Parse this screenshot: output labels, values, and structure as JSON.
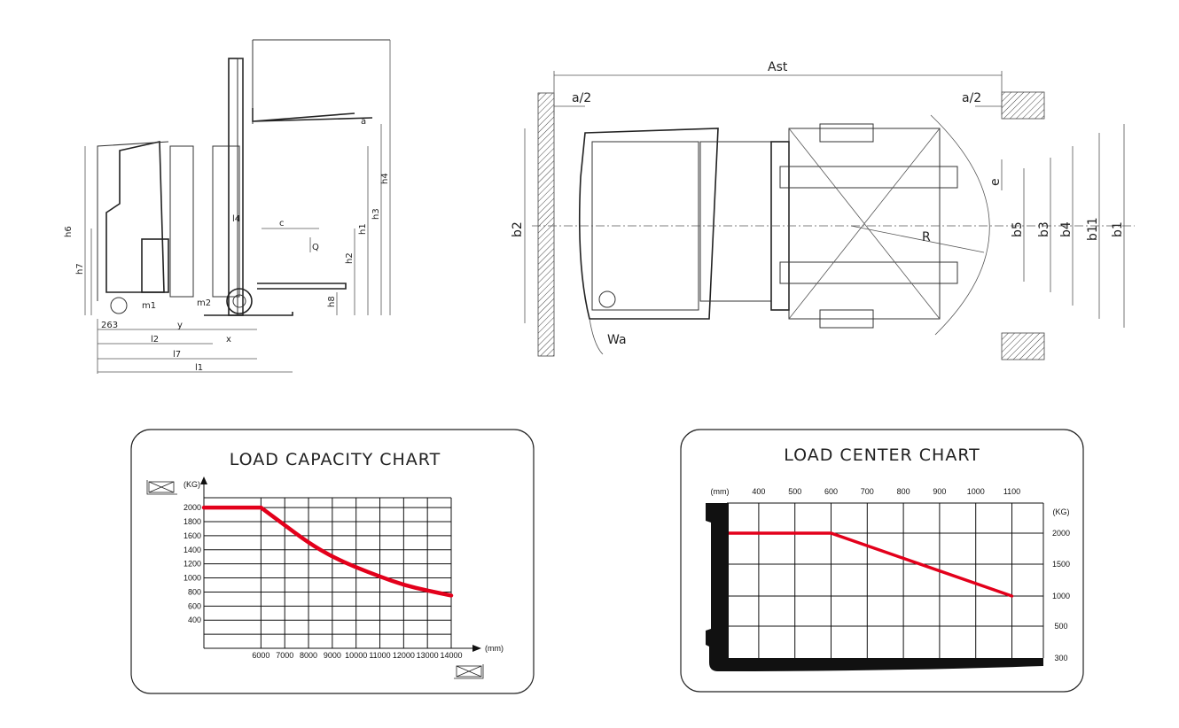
{
  "side_view": {
    "labels": [
      "h6",
      "h7",
      "h1",
      "h2",
      "h3",
      "h4",
      "h8",
      "l4",
      "c",
      "Q",
      "m1",
      "m2",
      "263",
      "y",
      "x",
      "l2",
      "l7",
      "l1",
      "a"
    ]
  },
  "top_view": {
    "labels": [
      "Ast",
      "a/2",
      "a/2",
      "b2",
      "e",
      "b5",
      "b3",
      "b4",
      "b11",
      "b1",
      "R",
      "Wa"
    ]
  },
  "colors": {
    "curve": "#e3001b",
    "grid": "#111111"
  },
  "chart_data": [
    {
      "type": "line",
      "title": "LOAD CAPACITY CHART",
      "ylabel": "(KG)",
      "xlabel": "(mm)",
      "x_ticks": [
        6000,
        7000,
        8000,
        9000,
        10000,
        11000,
        12000,
        13000,
        14000
      ],
      "y_ticks": [
        2000,
        1800,
        1600,
        1400,
        1200,
        1000,
        800,
        600,
        400
      ],
      "xlim": [
        3600,
        14000
      ],
      "ylim": [
        0,
        2140
      ],
      "grid": true,
      "series": [
        {
          "name": "capacity",
          "x": [
            3600,
            6000,
            7000,
            8000,
            9000,
            10000,
            11000,
            12000,
            13000,
            14000
          ],
          "y": [
            2000,
            2000,
            1750,
            1500,
            1300,
            1150,
            1020,
            900,
            820,
            750
          ]
        }
      ]
    },
    {
      "type": "line",
      "title": "LOAD CENTER CHART",
      "xlabel": "(mm)",
      "ylabel": "(KG)",
      "x_ticks": [
        400,
        500,
        600,
        700,
        800,
        900,
        1000,
        1100
      ],
      "y_ticks": [
        2000,
        1500,
        1000,
        500,
        300
      ],
      "xlim": [
        312,
        1187
      ],
      "grid": true,
      "series": [
        {
          "name": "capacity",
          "x": [
            312,
            600,
            1100
          ],
          "y": [
            2000,
            2000,
            1000
          ]
        }
      ]
    }
  ]
}
